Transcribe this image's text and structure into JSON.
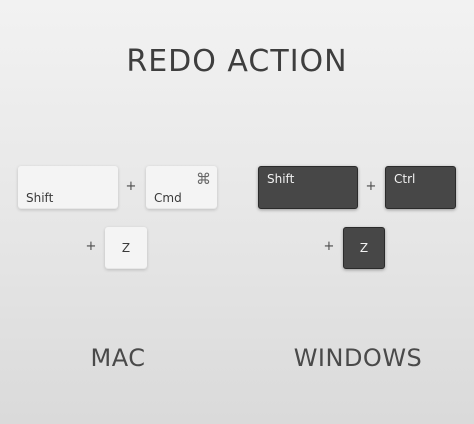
{
  "title": "REDO ACTION",
  "mac": {
    "label": "MAC",
    "keys": {
      "shift": "Shift",
      "cmd": "Cmd",
      "cmd_symbol": "⌘",
      "z": "Z"
    },
    "plus": "+"
  },
  "windows": {
    "label": "WINDOWS",
    "keys": {
      "shift": "Shift",
      "ctrl": "Ctrl",
      "z": "Z"
    },
    "plus": "+"
  },
  "colors": {
    "light_key": "#f4f4f4",
    "dark_key": "#474747",
    "text": "#3e3e3e"
  }
}
